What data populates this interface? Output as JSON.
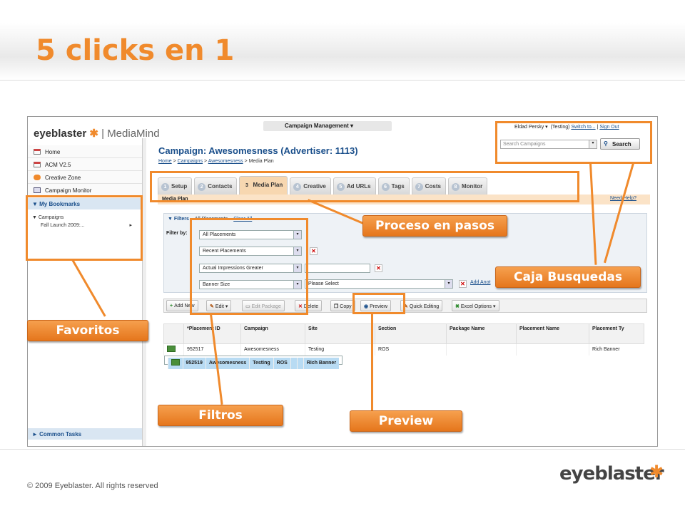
{
  "slide": {
    "title": "5 clicks en 1",
    "footer": "© 2009 Eyeblaster. All rights reserved",
    "brand": "eyeblaster",
    "accent": "#f08a2c"
  },
  "app": {
    "logo_main": "eyeblaster",
    "logo_sub": "| MediaMind",
    "top_menu": "Campaign Management ▾",
    "user": {
      "name": "Eldad Persky ▾",
      "mode": "(Testing)",
      "switch": "Switch to...",
      "signout": "Sign Out"
    },
    "search": {
      "placeholder": "Search Campaigns",
      "button": "Search"
    },
    "nav": [
      {
        "label": "Home",
        "icon": "home-icon"
      },
      {
        "label": "ACM V2.5",
        "icon": "home-icon"
      },
      {
        "label": "Creative Zone",
        "icon": "creative-icon"
      },
      {
        "label": "Campaign Monitor",
        "icon": "monitor-icon"
      }
    ],
    "bookmarks_label": "My Bookmarks",
    "tree": {
      "root": "Campaigns",
      "child": "Fall Launch 2009:..."
    },
    "common_tasks": "Common Tasks",
    "campaign_title": "Campaign: Awesomesness (Advertiser: 1113)",
    "breadcrumb": {
      "home": "Home",
      "campaigns": "Campaigns",
      "campaign": "Awesomesness",
      "current": "Media Plan",
      "sep": " > "
    },
    "tabs": [
      {
        "num": "1",
        "label": "Setup"
      },
      {
        "num": "2",
        "label": "Contacts"
      },
      {
        "num": "3",
        "label": "Media Plan"
      },
      {
        "num": "4",
        "label": "Creative"
      },
      {
        "num": "5",
        "label": "Ad URLs"
      },
      {
        "num": "6",
        "label": "Tags"
      },
      {
        "num": "7",
        "label": "Costs"
      },
      {
        "num": "8",
        "label": "Monitor"
      }
    ],
    "media_plan_label": "Media Plan",
    "need_help": "Need Help?",
    "filters": {
      "title": "▼ Filters",
      "all": "All Placements",
      "clear": "Clear All",
      "filter_by": "Filter by:",
      "selects": [
        "All Placements",
        "Recent Placements",
        "Actual Impressions Greater",
        "Banner Size"
      ],
      "please_select": "Please Select",
      "add_another": "Add Anot"
    },
    "toolbar": {
      "add_new": "Add New",
      "edit": "Edit ▾",
      "edit_package": "Edit Package",
      "delete": "Delete",
      "copy": "Copy",
      "preview": "Preview",
      "quick_editing": "Quick Editing",
      "excel_options": "Excel Options ▾"
    },
    "table": {
      "columns": [
        "*Placement ID",
        "Campaign",
        "Site",
        "Section",
        "Package Name",
        "Placement Name",
        "Placement Ty"
      ],
      "rows": [
        [
          "952517",
          "Awesomesness",
          "Testing",
          "ROS",
          "",
          "",
          "Rich Banner"
        ],
        [
          "952519",
          "Awesomesness",
          "Testing",
          "ROS",
          "",
          "",
          "Rich Banner"
        ]
      ]
    }
  },
  "callouts": {
    "proceso": "Proceso en pasos",
    "caja": "Caja Busquedas",
    "favoritos": "Favoritos",
    "filtros": "Filtros",
    "preview": "Preview"
  }
}
